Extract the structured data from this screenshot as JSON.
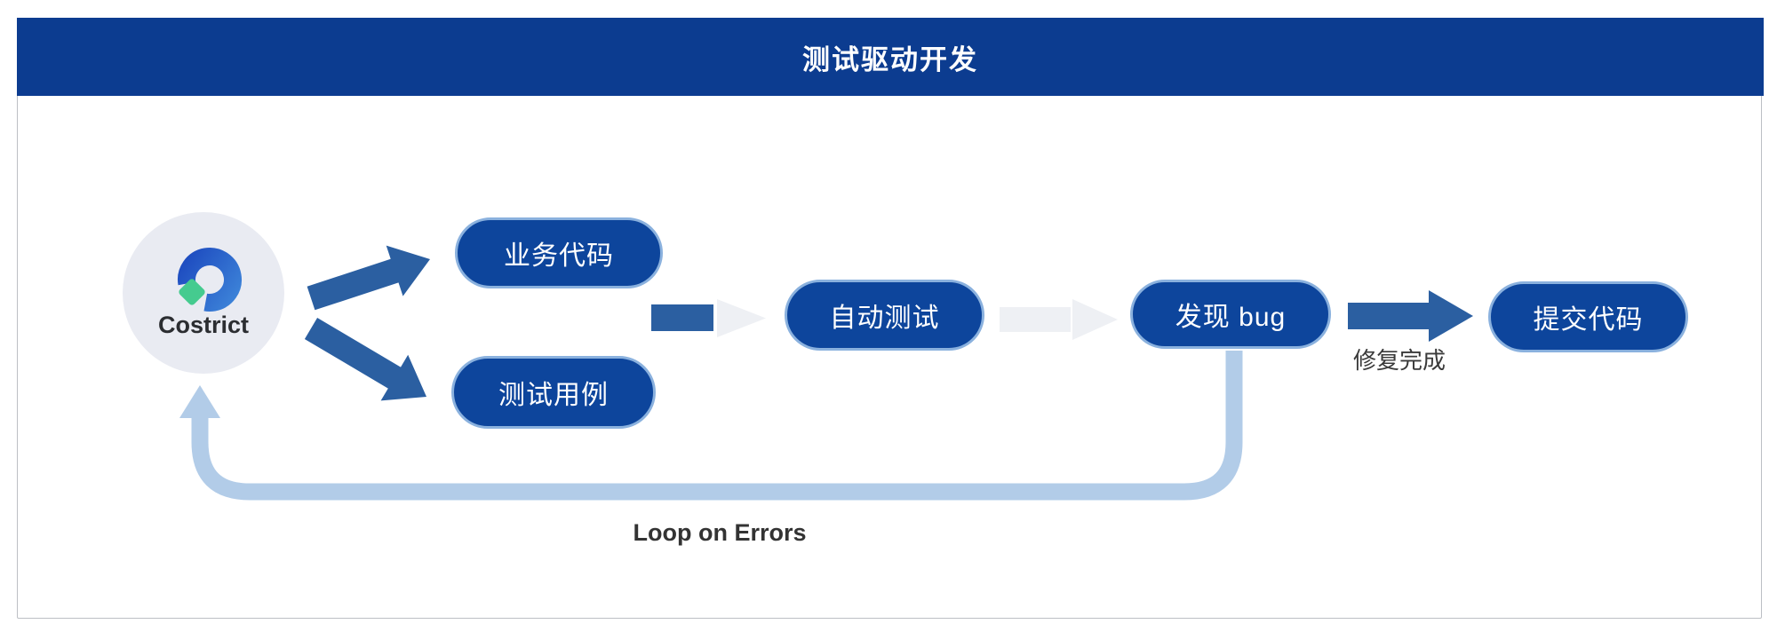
{
  "header": {
    "title": "测试驱动开发"
  },
  "diagram": {
    "actor": {
      "label": "Costrict"
    },
    "nodes": [
      {
        "label": "业务代码"
      },
      {
        "label": "测试用例"
      },
      {
        "label": "自动测试"
      },
      {
        "label": "发现 bug"
      },
      {
        "label": "提交代码"
      }
    ],
    "edge_labels": {
      "fix_done": "修复完成",
      "loop": "Loop on Errors"
    }
  },
  "colors": {
    "header_blue": "#0c3c90",
    "node_fill": "#0d459c",
    "node_border": "#8ab1de",
    "arrow_blue": "#2b5fa1",
    "loop_blue": "#b2cce8",
    "circle_bg": "#e9ebf2",
    "logo_blue_start": "#3c82d8",
    "logo_blue_end": "#1e4cc0",
    "logo_teal_start": "#45cb8f",
    "logo_teal_end": "#2fc0b0",
    "ghost": "#eef0f4",
    "text_dark": "#333333",
    "frame_border": "#bcbfc4"
  }
}
